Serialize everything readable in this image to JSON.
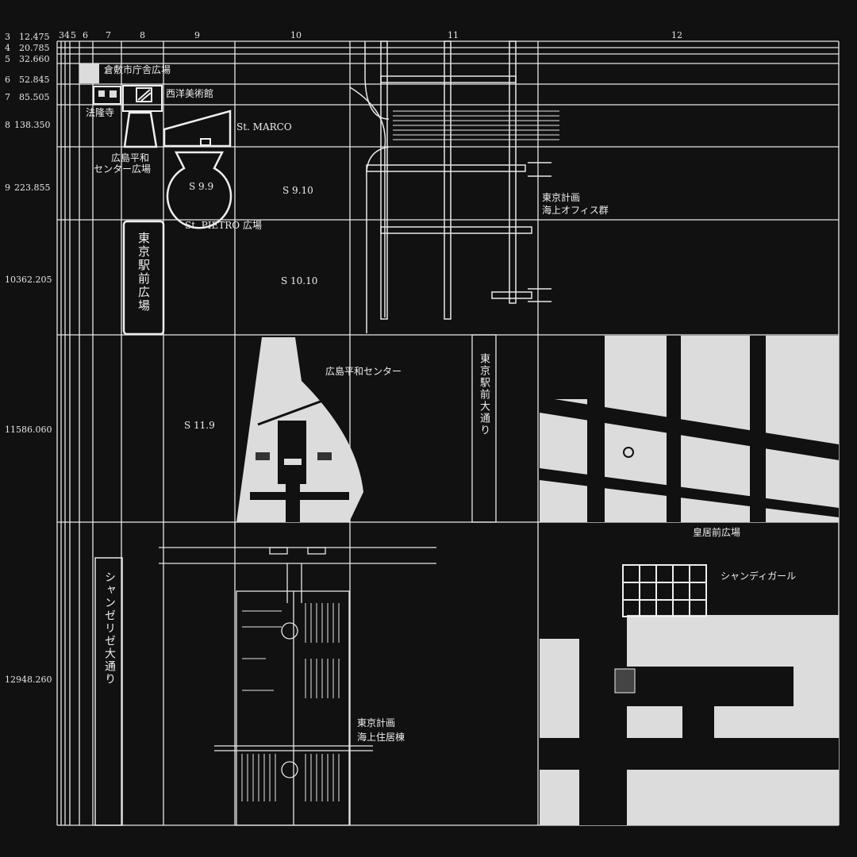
{
  "columns": [
    "3",
    "4",
    "5",
    "6",
    "7",
    "8",
    "9",
    "10",
    "11",
    "12"
  ],
  "rows": [
    {
      "n": "3",
      "v": "12.475"
    },
    {
      "n": "4",
      "v": "20.785"
    },
    {
      "n": "5",
      "v": "32.660"
    },
    {
      "n": "6",
      "v": "52.845"
    },
    {
      "n": "7",
      "v": "85.505"
    },
    {
      "n": "8",
      "v": "138.350"
    },
    {
      "n": "9",
      "v": "223.855"
    },
    {
      "n": "10",
      "v": "362.205"
    },
    {
      "n": "11",
      "v": "586.060"
    },
    {
      "n": "12",
      "v": "948.260"
    }
  ],
  "labels": {
    "kurashiki": "倉敷市庁舎広場",
    "western_museum": "西洋美術館",
    "horyuji": "法隆寺",
    "st_marco": "St. MARCO",
    "hiroshima_plaza_1": "広島平和",
    "hiroshima_plaza_2": "センター広場",
    "s99": "S 9.9",
    "s910": "S 9.10",
    "st_pietro": "St. PIETRO 広場",
    "tokyo_plan_office_1": "東京計画",
    "tokyo_plan_office_2": "海上オフィス群",
    "tokyo_station_plaza": "東京駅前広場",
    "s1010": "S 10.10",
    "hiroshima_center": "広島平和センター",
    "tokyo_station_avenue": "東京駅前大通り",
    "s119": "S 11.9",
    "imperial_plaza": "皇居前広場",
    "chandigarh": "シャンディガール",
    "champs_elysees": "シャンゼリゼ大通り",
    "tokyo_plan_res_1": "東京計画",
    "tokyo_plan_res_2": "海上住居棟"
  }
}
